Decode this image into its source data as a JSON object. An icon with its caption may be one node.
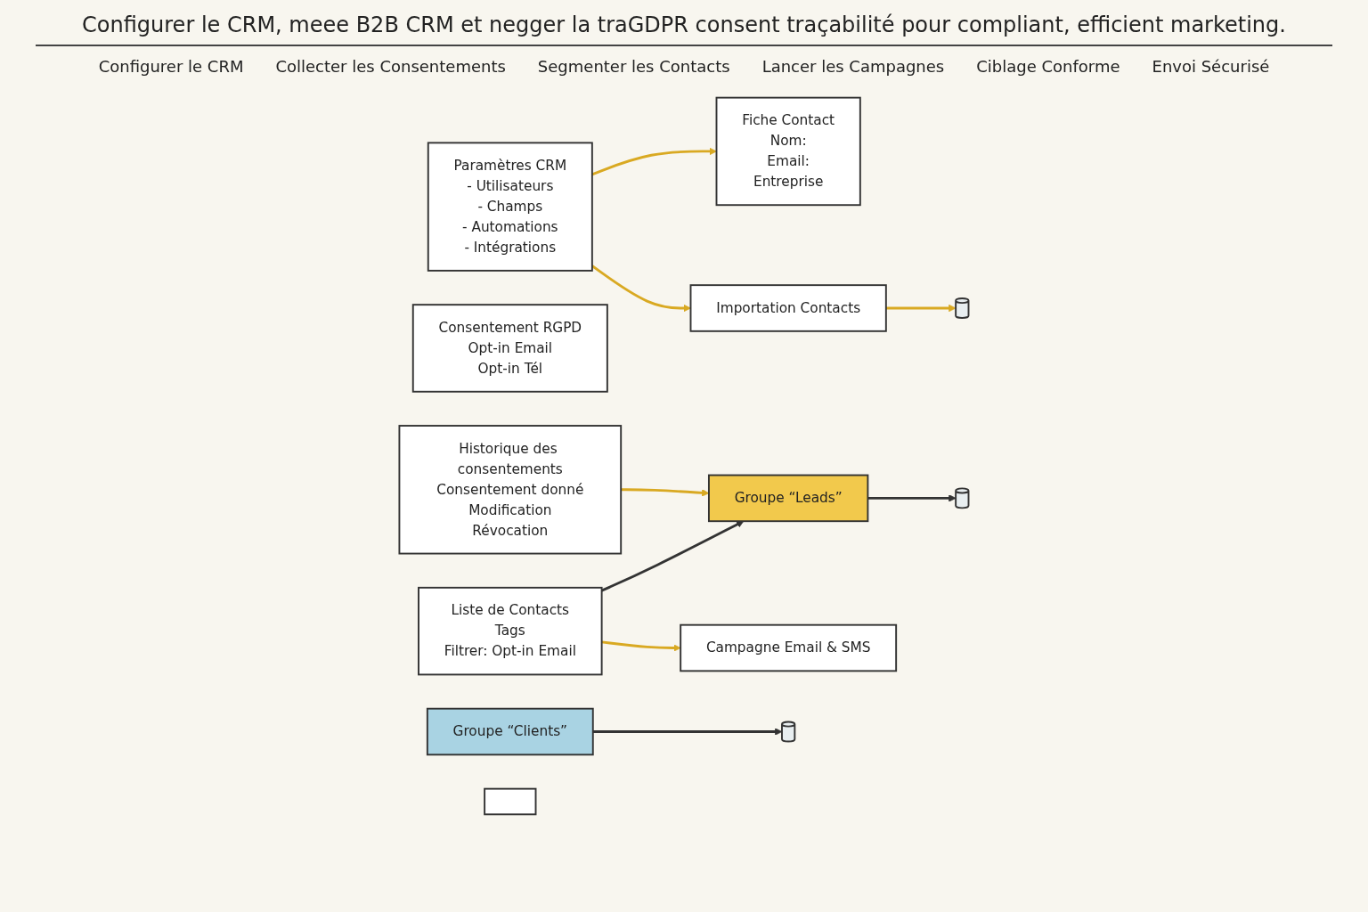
{
  "diagram": {
    "title": "Configurer le CRM, meee B2B CRM et negger la traGDPR consent traçabilité pour compliant, efficient marketing.",
    "nodes": [
      {
        "text": [
          "Paramètres CRM",
          "- Utilisateurs",
          "- Champs",
          "- Automations",
          "- Intégrations"
        ]
      },
      {
        "text": [
          "Importation Contacts"
        ]
      },
      {
        "text": [],
        "shape": "cylinder"
      },
      {
        "text": [
          "Fiche Contact",
          "Nom:",
          "Email:",
          "Entreprise"
        ]
      },
      {
        "text": [
          "Consentement RGPD",
          "Opt-in Email",
          "Opt-in Tél"
        ]
      },
      {
        "text": [
          "Historique des consentements",
          "Consentement donné",
          "Modification",
          "Révocation"
        ]
      },
      {
        "text": [
          "Liste de Contacts",
          "Tags",
          "Filtrer: Opt-in Email"
        ]
      },
      {
        "text": [
          "Groupe “Leads”"
        ]
      },
      {
        "text": [
          "Groupe “Clients”"
        ]
      },
      {
        "text": [],
        "shape": "cylinder"
      },
      {
        "text": [],
        "shape": "cylinder"
      },
      {
        "text": [
          "Campagne Email & SMS"
        ]
      },
      {
        "text": [],
        "shape": "box"
      }
    ],
    "edges": [
      {
        "from": 0,
        "to": 3,
        "arrow": "to"
      },
      {
        "from": 0,
        "to": 1,
        "arrow": "to"
      },
      {
        "from": 1,
        "to": 2,
        "arrow": "to"
      },
      {
        "from": 5,
        "to": 7,
        "arrow": "to"
      },
      {
        "from": 6,
        "to": 7,
        "arrow": "to",
        "color": "#333333"
      },
      {
        "from": 7,
        "to": 9,
        "arrow": "to",
        "color": "#333333"
      },
      {
        "from": 8,
        "to": 10,
        "arrow": "to",
        "color": "#333333"
      },
      {
        "from": 6,
        "to": 11,
        "arrow": "to"
      }
    ],
    "labels": [
      "Configurer le CRM",
      "Collecter les Consentements",
      "Segmenter les Contacts",
      "Lancer les Campagnes",
      "Ciblage Conforme",
      "Envoi Sécurisé"
    ]
  }
}
